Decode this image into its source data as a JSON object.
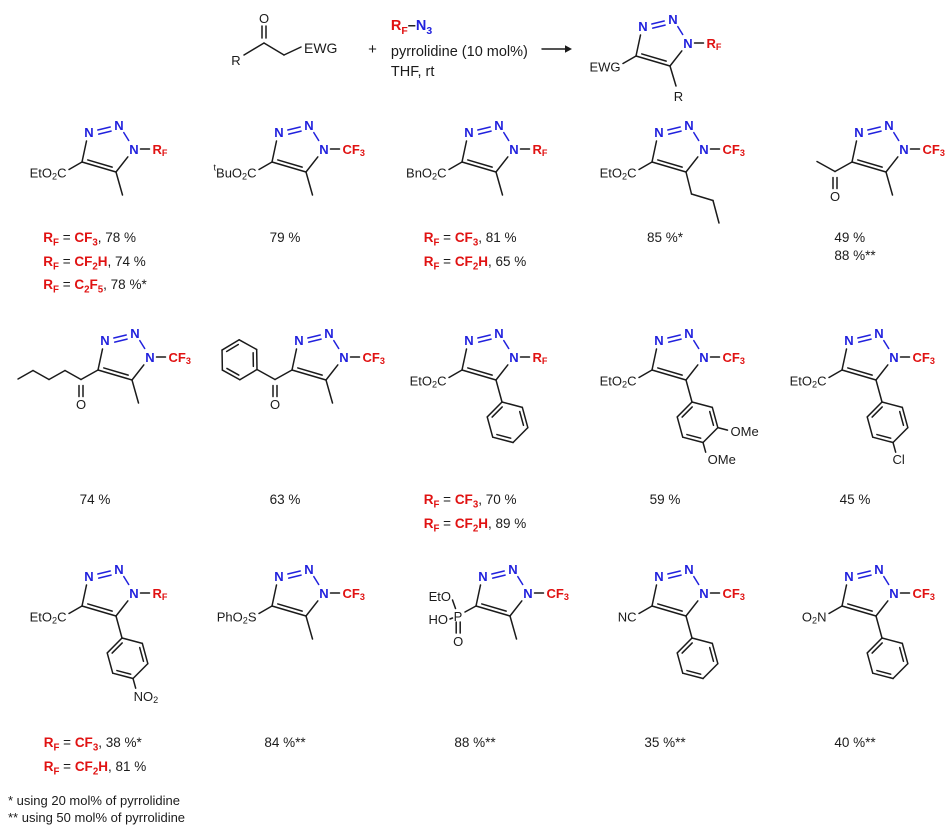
{
  "colors": {
    "red": "#e01212",
    "blue": "#2121dd",
    "black": "#1b1b1b"
  },
  "atoms": {
    "n": "N",
    "o": "O",
    "p": "P",
    "r": "R"
  },
  "substituent_labels": {
    "ome": "OMe",
    "cl": "Cl",
    "no2": "NO_{2}"
  },
  "scheme": {
    "substrate": {
      "r_label": "R",
      "carbonyl_o": "O",
      "ewg_label": "EWG"
    },
    "plus_sign": "+",
    "reagent_segments": [
      {
        "t": "R_{F}",
        "c": "red"
      },
      {
        "t": "–",
        "c": "black"
      },
      {
        "t": "N_{3}",
        "c": "blue"
      }
    ],
    "condition_line1": "pyrrolidine (10 mol%)",
    "condition_line2": "THF, rt",
    "product": {
      "ewg_label": "EWG",
      "r_label": "R",
      "n1_label": "R_{F}"
    }
  },
  "products": [
    {
      "c4": {
        "type": "label",
        "text": "EtO_{2}C"
      },
      "c5": "methyl",
      "n1": {
        "text": "R_{F}",
        "color": "red"
      },
      "yields": [
        [
          {
            "t": "R_{F}",
            "c": "red"
          },
          {
            "t": " = ",
            "c": "black"
          },
          {
            "t": "CF_{3}",
            "c": "red"
          },
          {
            "t": ", 78 %",
            "c": "black"
          }
        ],
        [
          {
            "t": "R_{F}",
            "c": "red"
          },
          {
            "t": " = ",
            "c": "black"
          },
          {
            "t": "CF_{2}H",
            "c": "red"
          },
          {
            "t": ", 74 %",
            "c": "black"
          }
        ],
        [
          {
            "t": "R_{F}",
            "c": "red"
          },
          {
            "t": " = ",
            "c": "black"
          },
          {
            "t": "C_{2}F_{5}",
            "c": "red"
          },
          {
            "t": ", 78 %*",
            "c": "black"
          }
        ]
      ]
    },
    {
      "c4": {
        "type": "label",
        "text": "^{t}BuO_{2}C"
      },
      "c5": "methyl",
      "n1": {
        "text": "CF_{3}",
        "color": "red"
      },
      "yields": [
        [
          {
            "t": "79 %",
            "c": "black"
          }
        ]
      ]
    },
    {
      "c4": {
        "type": "label",
        "text": "BnO_{2}C"
      },
      "c5": "methyl",
      "n1": {
        "text": "R_{F}",
        "color": "red"
      },
      "yields": [
        [
          {
            "t": "R_{F}",
            "c": "red"
          },
          {
            "t": " = ",
            "c": "black"
          },
          {
            "t": "CF_{3}",
            "c": "red"
          },
          {
            "t": ", 81 %",
            "c": "black"
          }
        ],
        [
          {
            "t": "R_{F}",
            "c": "red"
          },
          {
            "t": " = ",
            "c": "black"
          },
          {
            "t": "CF_{2}H",
            "c": "red"
          },
          {
            "t": ", 65 %",
            "c": "black"
          }
        ]
      ]
    },
    {
      "c4": {
        "type": "label",
        "text": "EtO_{2}C"
      },
      "c5": "propyl",
      "n1": {
        "text": "CF_{3}",
        "color": "red"
      },
      "yields": [
        [
          {
            "t": "85 %*",
            "c": "black"
          }
        ]
      ]
    },
    {
      "c4": {
        "type": "acetyl"
      },
      "c5": "methyl",
      "n1": {
        "text": "CF_{3}",
        "color": "red"
      },
      "yields": [
        [
          {
            "t": "49 %",
            "c": "black"
          }
        ],
        [
          {
            "t": "88 %**",
            "c": "black"
          }
        ]
      ]
    },
    {
      "c4": {
        "type": "pentanoyl"
      },
      "c5": "methyl",
      "n1": {
        "text": "CF_{3}",
        "color": "red"
      },
      "yields": [
        [
          {
            "t": "74 %",
            "c": "black"
          }
        ]
      ]
    },
    {
      "c4": {
        "type": "benzoyl"
      },
      "c5": "methyl",
      "n1": {
        "text": "CF_{3}",
        "color": "red"
      },
      "yields": [
        [
          {
            "t": "63 %",
            "c": "black"
          }
        ]
      ]
    },
    {
      "c4": {
        "type": "label",
        "text": "EtO_{2}C"
      },
      "c5": "phenyl",
      "n1": {
        "text": "R_{F}",
        "color": "red"
      },
      "yields": [
        [
          {
            "t": "R_{F}",
            "c": "red"
          },
          {
            "t": " = ",
            "c": "black"
          },
          {
            "t": "CF_{3}",
            "c": "red"
          },
          {
            "t": ", 70 %",
            "c": "black"
          }
        ],
        [
          {
            "t": "R_{F}",
            "c": "red"
          },
          {
            "t": " = ",
            "c": "black"
          },
          {
            "t": "CF_{2}H",
            "c": "red"
          },
          {
            "t": ", 89 %",
            "c": "black"
          }
        ]
      ]
    },
    {
      "c4": {
        "type": "label",
        "text": "EtO_{2}C"
      },
      "c5": "aryl_ome2",
      "n1": {
        "text": "CF_{3}",
        "color": "red"
      },
      "yields": [
        [
          {
            "t": "59 %",
            "c": "black"
          }
        ]
      ]
    },
    {
      "c4": {
        "type": "label",
        "text": "EtO_{2}C"
      },
      "c5": "aryl_cl",
      "n1": {
        "text": "CF_{3}",
        "color": "red"
      },
      "yields": [
        [
          {
            "t": "45 %",
            "c": "black"
          }
        ]
      ]
    },
    {
      "c4": {
        "type": "label",
        "text": "EtO_{2}C"
      },
      "c5": "aryl_no2",
      "n1": {
        "text": "R_{F}",
        "color": "red"
      },
      "yields": [
        [
          {
            "t": "R_{F}",
            "c": "red"
          },
          {
            "t": " = ",
            "c": "black"
          },
          {
            "t": "CF_{3}",
            "c": "red"
          },
          {
            "t": ", 38 %*",
            "c": "black"
          }
        ],
        [
          {
            "t": "R_{F}",
            "c": "red"
          },
          {
            "t": " = ",
            "c": "black"
          },
          {
            "t": "CF_{2}H",
            "c": "red"
          },
          {
            "t": ", 81 %",
            "c": "black"
          }
        ]
      ]
    },
    {
      "c4": {
        "type": "label",
        "text": "PhO_{2}S"
      },
      "c5": "methyl",
      "n1": {
        "text": "CF_{3}",
        "color": "red"
      },
      "yields": [
        [
          {
            "t": "84 %**",
            "c": "black"
          }
        ]
      ]
    },
    {
      "c4": {
        "type": "phosphonate",
        "labels": {
          "top": "EtO",
          "bottom": "HO"
        }
      },
      "c5": "methyl",
      "n1": {
        "text": "CF_{3}",
        "color": "red"
      },
      "yields": [
        [
          {
            "t": "88 %**",
            "c": "black"
          }
        ]
      ]
    },
    {
      "c4": {
        "type": "label",
        "text": "NC"
      },
      "c5": "phenyl",
      "n1": {
        "text": "CF_{3}",
        "color": "red"
      },
      "yields": [
        [
          {
            "t": "35 %**",
            "c": "black"
          }
        ]
      ]
    },
    {
      "c4": {
        "type": "label",
        "text": "O_{2}N"
      },
      "c5": "phenyl",
      "n1": {
        "text": "CF_{3}",
        "color": "red"
      },
      "yields": [
        [
          {
            "t": "40 %**",
            "c": "black"
          }
        ]
      ]
    }
  ],
  "footnotes": [
    "* using 20 mol% of pyrrolidine",
    "** using 50 mol% of pyrrolidine"
  ]
}
